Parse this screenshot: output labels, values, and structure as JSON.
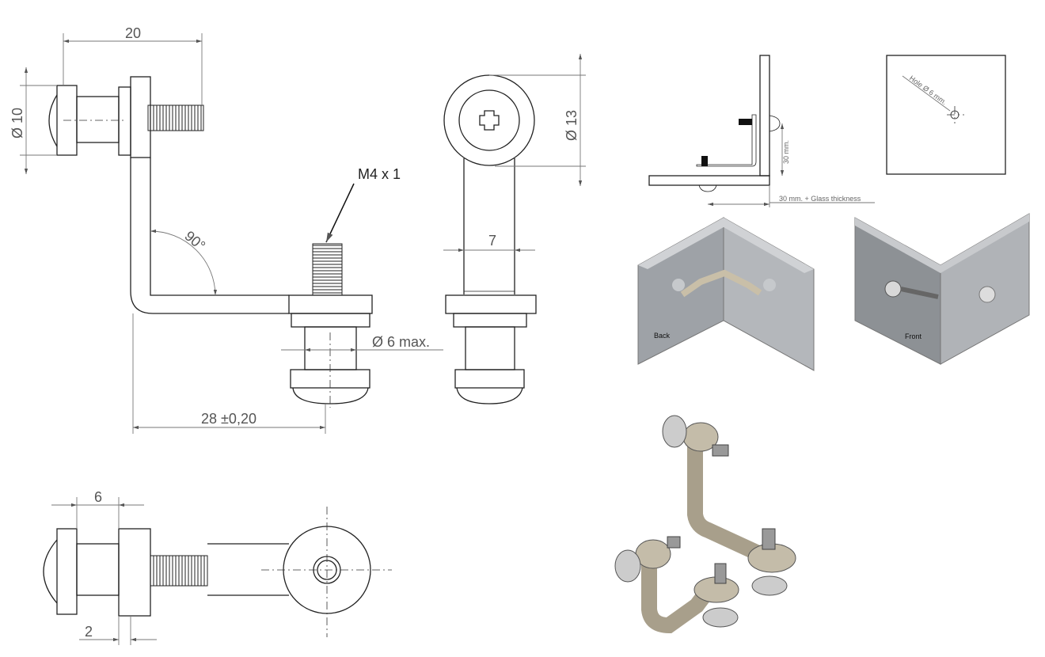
{
  "dimensions": {
    "width_top": "20",
    "head_diameter": "Ø 10",
    "ring_diameter": "Ø 13",
    "thread": "M4 x 1",
    "angle": "90°",
    "arm_width": "7",
    "hole_max": "Ø 6 max.",
    "length": "28 ±0,20",
    "shank_length": "6",
    "flange_thickness": "2"
  },
  "install": {
    "height": "30 mm.",
    "offset": "30 mm. + Glass thickness",
    "hole": "Hole Ø 6 mm."
  },
  "renders": {
    "back_label": "Back",
    "front_label": "Front"
  },
  "colors": {
    "line": "#222222",
    "dim": "#777777",
    "glass": "#9a9ea3",
    "metal": "#b8ad98"
  }
}
